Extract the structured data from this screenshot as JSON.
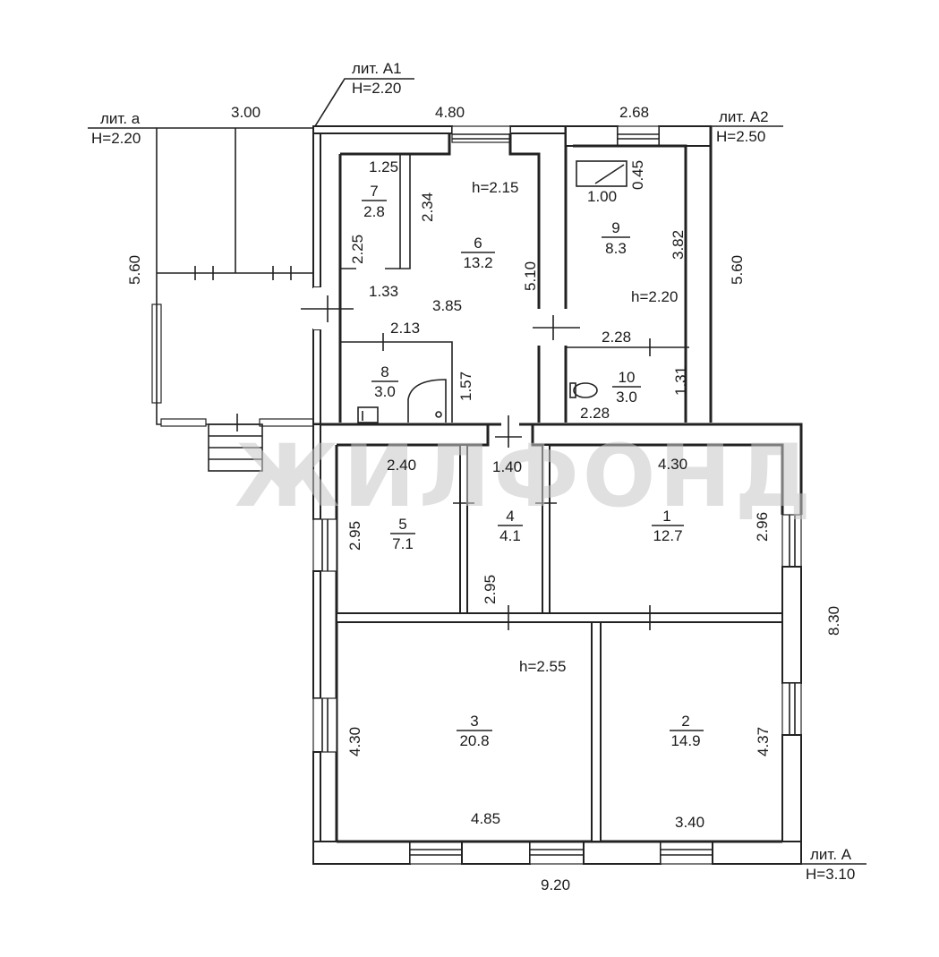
{
  "watermark": "ЖИЛФОНД",
  "lit": {
    "a": {
      "name": "лит. а",
      "height": "H=2.20"
    },
    "A1": {
      "name": "лит. А1",
      "height": "H=2.20"
    },
    "A2": {
      "name": "лит. А2",
      "height": "H=2.50"
    },
    "A": {
      "name": "лит. А",
      "height": "H=3.10"
    }
  },
  "rooms": [
    {
      "id": "room-1",
      "number": "1",
      "area": "12.7"
    },
    {
      "id": "room-2",
      "number": "2",
      "area": "14.9"
    },
    {
      "id": "room-3",
      "number": "3",
      "area": "20.8"
    },
    {
      "id": "room-4",
      "number": "4",
      "area": "4.1"
    },
    {
      "id": "room-5",
      "number": "5",
      "area": "7.1"
    },
    {
      "id": "room-6",
      "number": "6",
      "area": "13.2"
    },
    {
      "id": "room-7",
      "number": "7",
      "area": "2.8"
    },
    {
      "id": "room-8",
      "number": "8",
      "area": "3.0"
    },
    {
      "id": "room-9",
      "number": "9",
      "area": "8.3"
    },
    {
      "id": "room-10",
      "number": "10",
      "area": "3.0"
    }
  ],
  "heights": {
    "h6": "h=2.15",
    "h9": "h=2.20",
    "main": "h=2.55"
  },
  "dims": {
    "d300": "3.00",
    "d480": "4.80",
    "d268": "2.68",
    "d560_left": "5.60",
    "d560_right": "5.60",
    "d125": "1.25",
    "d234": "2.34",
    "d225": "2.25",
    "d133": "1.33",
    "d385": "3.85",
    "d510": "5.10",
    "d100": "1.00",
    "d045": "0.45",
    "d382": "3.82",
    "d213": "2.13",
    "d157": "1.57",
    "d228_top": "2.28",
    "d131": "1.31",
    "d228_bot": "2.28",
    "d240": "2.40",
    "d140": "1.40",
    "d430_top": "4.30",
    "d295_a": "2.95",
    "d295_b": "2.95",
    "d296": "2.96",
    "d830": "8.30",
    "d430_left": "4.30",
    "d437": "4.37",
    "d485": "4.85",
    "d340": "3.40",
    "d920": "9.20"
  }
}
